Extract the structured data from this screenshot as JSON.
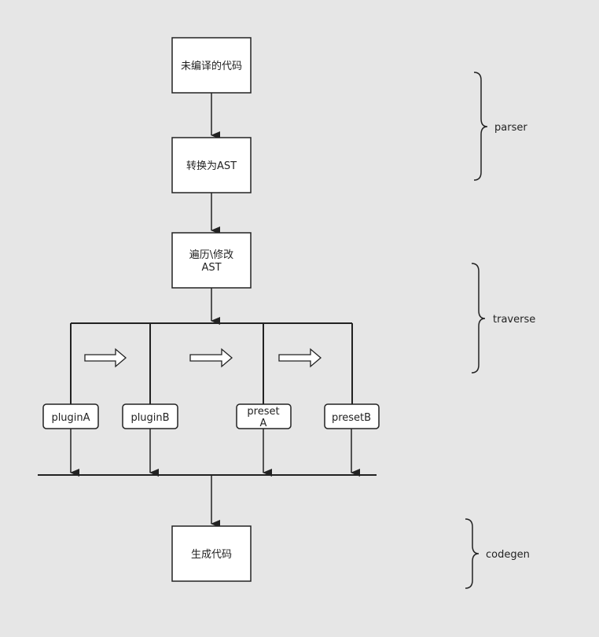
{
  "nodes": {
    "uncompiled": "未编译的代码",
    "to_ast": "转换为AST",
    "traverse_line1": "遍历\\修改",
    "traverse_line2": "AST",
    "plugin_a": "pluginA",
    "plugin_b": "pluginB",
    "preset_a_line1": "preset",
    "preset_a_line2": "A",
    "preset_b": "presetB",
    "generate": "生成代码"
  },
  "phases": {
    "parser": "parser",
    "traverse": "traverse",
    "codegen": "codegen"
  },
  "colors": {
    "background": "#e6e6e6",
    "box_fill": "#ffffff",
    "stroke": "#222222"
  }
}
